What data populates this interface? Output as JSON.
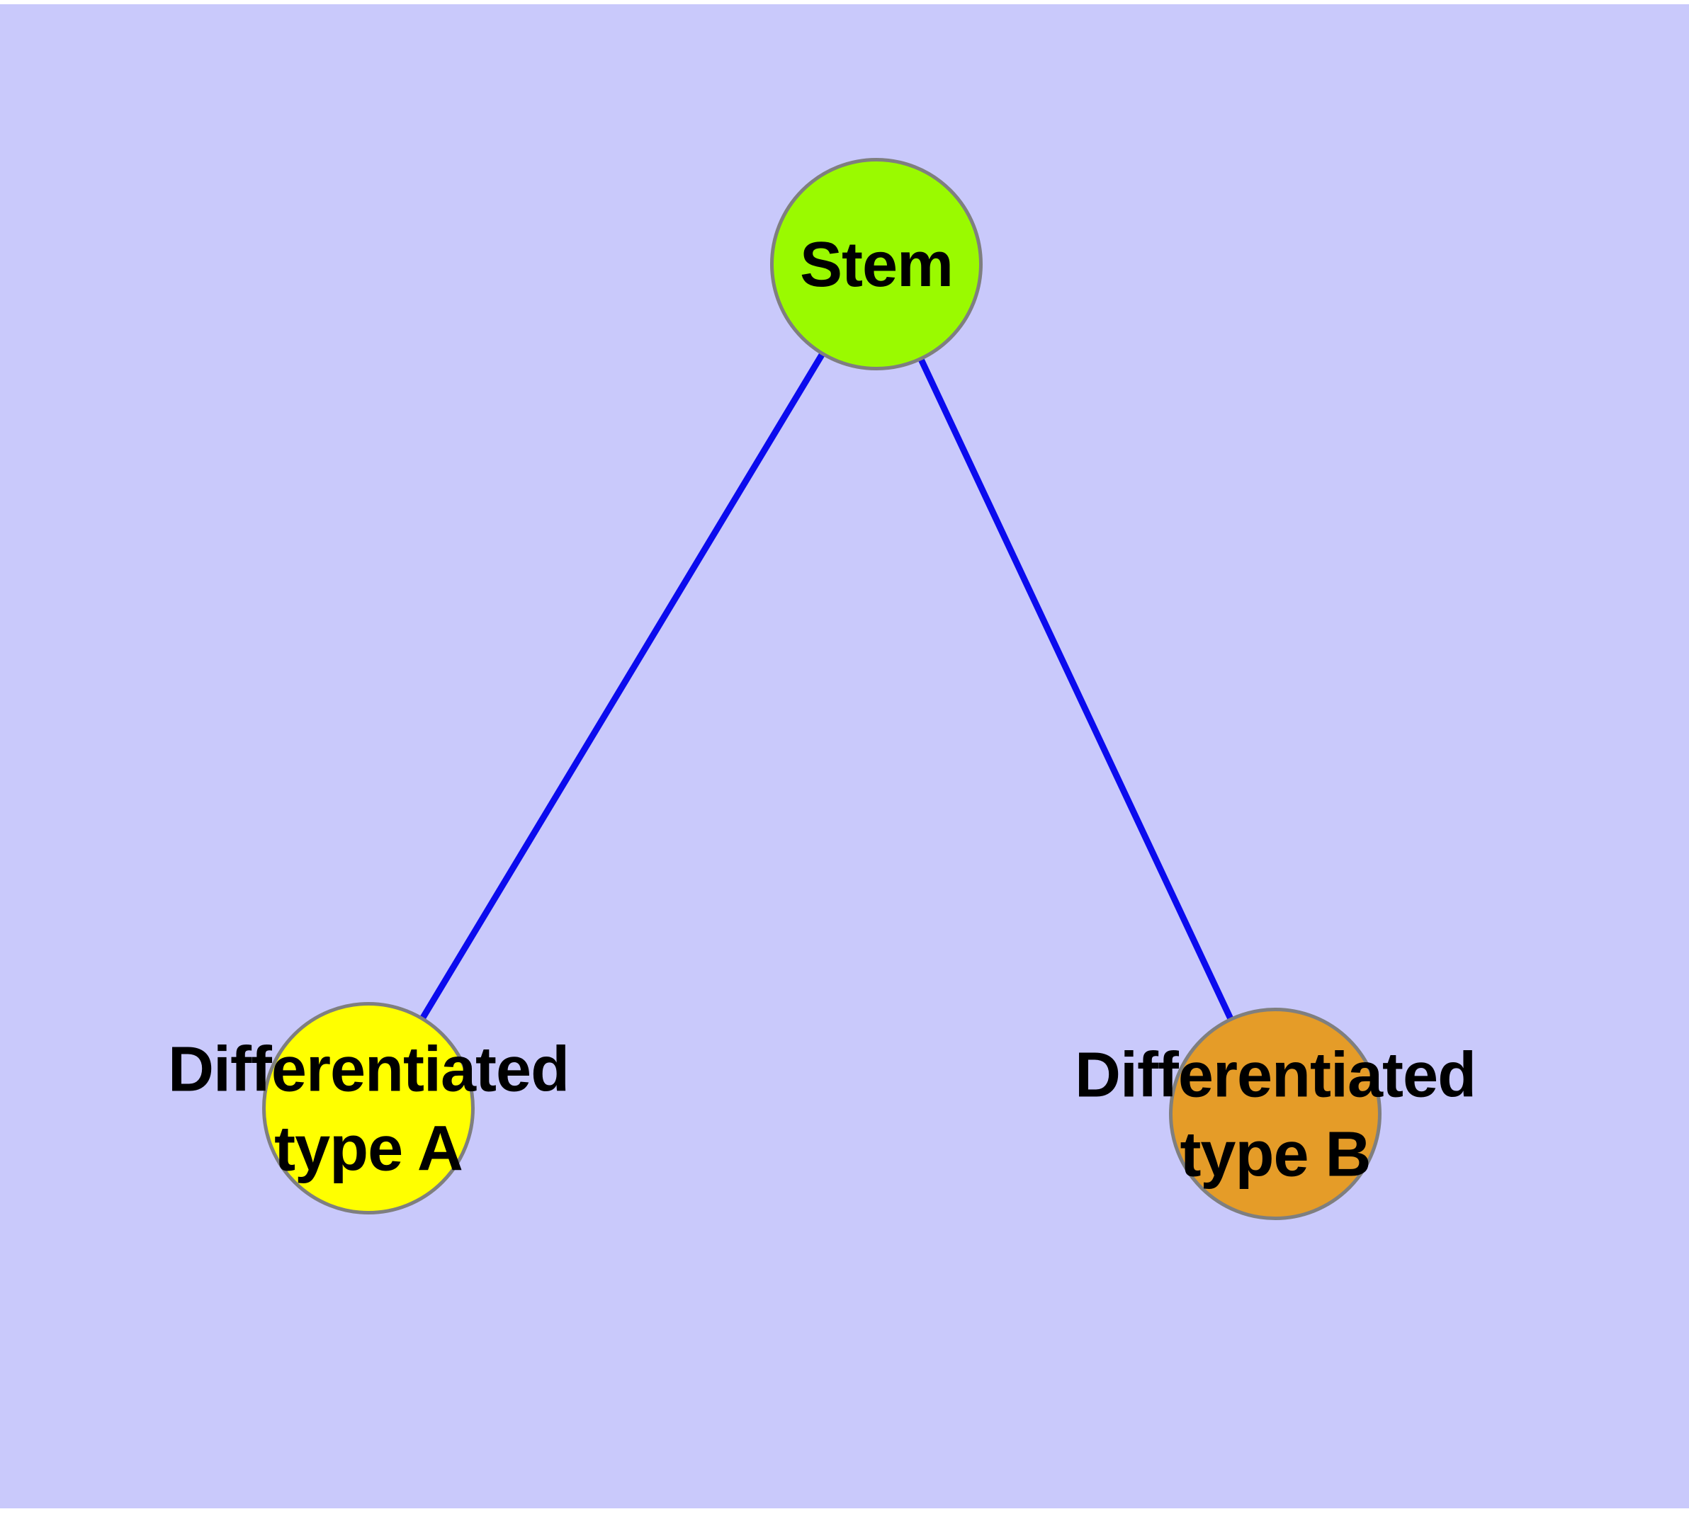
{
  "diagram": {
    "type": "node-link-graph",
    "description_visible_text_only": true,
    "colors": {
      "background": "#C9C9FB",
      "edge": "#0B0BEE",
      "node_border": "#7F7F7F",
      "label_text": "#000000",
      "stem_fill": "#9AFA00",
      "type_a_fill": "#FFFF00",
      "type_b_fill": "#E59C28"
    },
    "nodes": [
      {
        "id": "stem",
        "label_lines": [
          "Stem"
        ],
        "shape": "circle"
      },
      {
        "id": "differentiated-type-a",
        "label_lines": [
          "Differentiated",
          "type A"
        ],
        "shape": "circle"
      },
      {
        "id": "differentiated-type-b",
        "label_lines": [
          "Differentiated",
          "type B"
        ],
        "shape": "circle"
      }
    ],
    "edges": [
      {
        "from": "Stem",
        "to": "Differentiated type A"
      },
      {
        "from": "Stem",
        "to": "Differentiated type B"
      }
    ]
  }
}
